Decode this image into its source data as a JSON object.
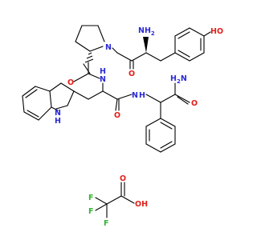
{
  "colors": {
    "carbon": "#000000",
    "nitrogen": "#2b2bd6",
    "oxygen": "#e0201b",
    "fluorine": "#37b337"
  },
  "atoms": {
    "nh2_top": "NH",
    "nh2_top_sub": "2",
    "oh_phenol": "HO",
    "o_tyr_carbonyl": "O",
    "n_proline": "N",
    "o_pro_carbonyl": "O",
    "nh_pro_amide": "N",
    "h_pro_amide": "H",
    "nh_trp_amide": "N",
    "h_trp_amide": "H",
    "o_trp_carbonyl": "O",
    "nh_indole": "N",
    "h_indole": "H",
    "nh2_amide": "H",
    "nh2_amide_n": "N",
    "o_phe_carbonyl": "O",
    "o_tfa_carbonyl": "O",
    "oh_tfa": "OH",
    "f1": "F",
    "f2": "F",
    "f3": "F"
  }
}
